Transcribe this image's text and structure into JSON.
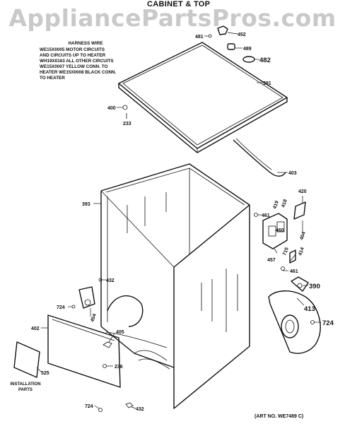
{
  "watermark": "AppliancePartsPros.com",
  "title": "CABINET & TOP",
  "harness_note": {
    "heading": "HARNESS WIRE",
    "lines": [
      "WE15X0005 MOTOR CIRCUITS",
      "AND CIRCUITS UP TO HEATER",
      "WH19X0163 ALL OTHER CIRCUITS",
      "WE15X0007 YELLOW CONN. TO",
      "HEATER WE15X0008 BLACK CONN.",
      "TO HEATER"
    ]
  },
  "callouts": {
    "p481a": "481",
    "p452": "452",
    "p489": "489",
    "p482": "482",
    "p391": "391",
    "p400": "400",
    "p233": "233",
    "p403": "403",
    "p393": "393",
    "p420": "420",
    "p461a": "461",
    "p419": "419",
    "p418": "418",
    "p460": "460",
    "p404": "404",
    "p715": "715",
    "p414": "414",
    "p457": "457",
    "p461b": "461",
    "p390": "390",
    "p432a": "432",
    "p724a": "724",
    "p454": "454",
    "p413": "413",
    "p724b": "724",
    "p402": "402",
    "p405": "405",
    "p236": "236",
    "p525": "525",
    "p724c": "724",
    "p432b": "432"
  },
  "installation_label": "INSTALLATION PARTS",
  "art_no": "(ART NO. WE7489 C)"
}
